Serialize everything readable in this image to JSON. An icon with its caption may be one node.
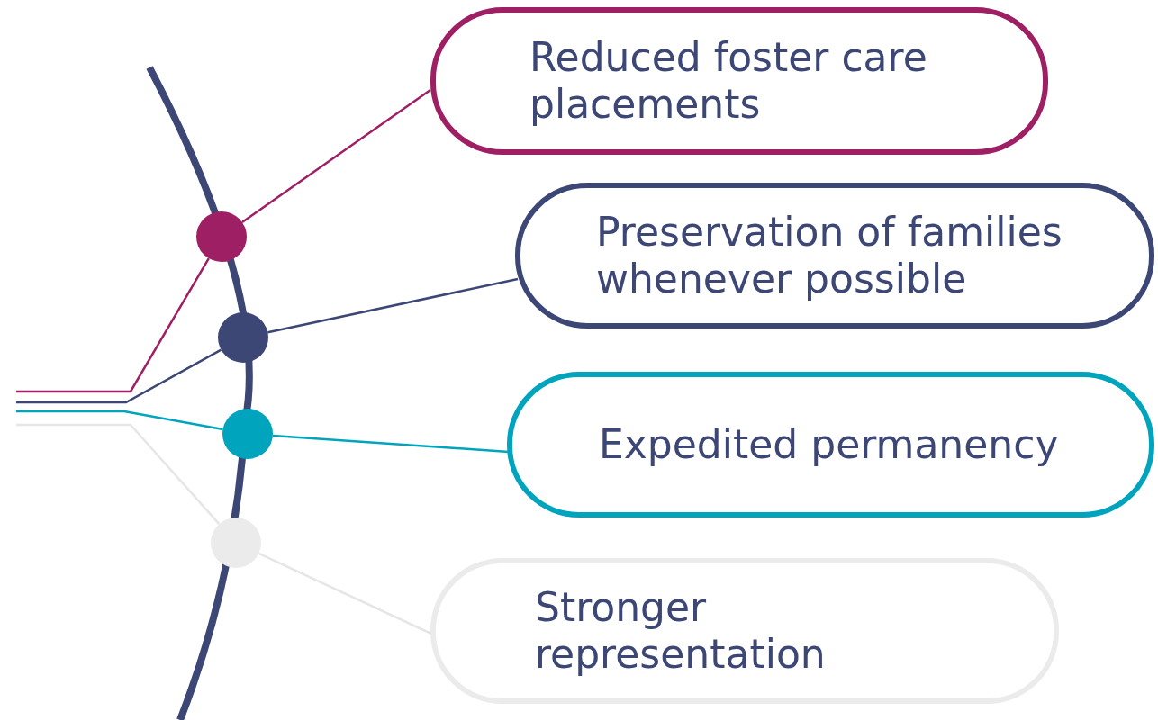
{
  "diagram": {
    "nodes": [
      {
        "text": [
          "Reduced foster care placements"
        ]
      },
      {
        "text": [
          "Preservation of families whenever possible"
        ]
      },
      {
        "text": [
          "Expedited permanency"
        ]
      },
      {
        "text": [
          "Stronger representation"
        ]
      },
      {
        "text": [],
        "shape": "circle"
      },
      {
        "text": [],
        "shape": "circle"
      },
      {
        "text": [],
        "shape": "circle"
      },
      {
        "text": [],
        "shape": "circle"
      }
    ],
    "edges": [
      {
        "from": 4,
        "to": 0,
        "arrow": "none",
        "color": "#9e1f63"
      },
      {
        "from": 5,
        "to": 1,
        "arrow": "none",
        "color": "#3d4775"
      },
      {
        "from": 6,
        "to": 2,
        "arrow": "none",
        "color": "#00a5bd"
      },
      {
        "from": 7,
        "to": 3,
        "arrow": "none",
        "color": "#e6e6e6"
      },
      {
        "from": null,
        "to": 4,
        "arrow": "none",
        "color": "#9e1f63"
      },
      {
        "from": null,
        "to": 5,
        "arrow": "none",
        "color": "#3d4775"
      },
      {
        "from": null,
        "to": 6,
        "arrow": "none",
        "color": "#00a5bd"
      },
      {
        "from": null,
        "to": 7,
        "arrow": "none",
        "color": "#e6e6e6"
      }
    ]
  }
}
